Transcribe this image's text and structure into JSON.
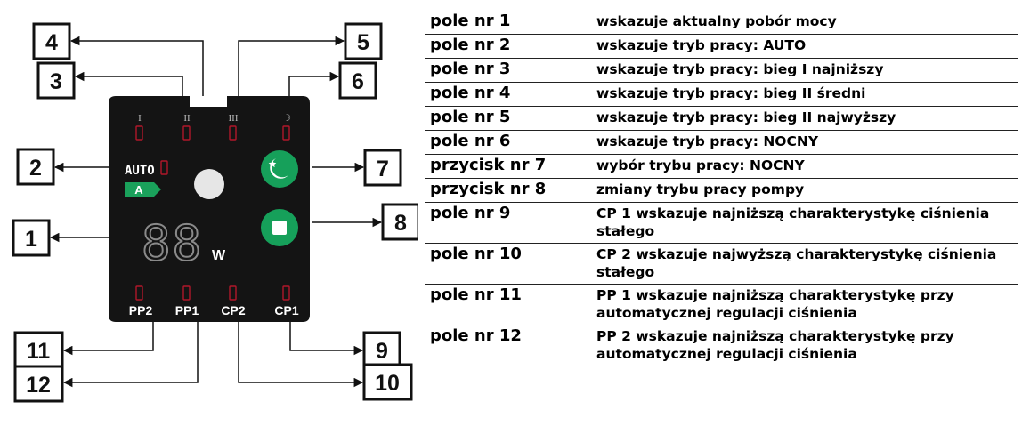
{
  "device": {
    "auto_label": "AUTO",
    "auto_badge": "A",
    "display_digits": "88",
    "display_unit": "W",
    "speed_marks": [
      "I",
      "II",
      "III",
      "☽"
    ],
    "mode_labels": [
      "PP2",
      "PP1",
      "CP2",
      "CP1"
    ],
    "colors": {
      "panel": "#141414",
      "button_green": "#16a05a",
      "led_red": "#b0172a",
      "segment_gray": "#8a8a8a",
      "auto_text": "#ffffff",
      "badge_green": "#1aa15b"
    },
    "callouts": [
      "1",
      "2",
      "3",
      "4",
      "5",
      "6",
      "7",
      "8",
      "9",
      "10",
      "11",
      "12"
    ]
  },
  "legend": [
    {
      "key": "pole nr 1",
      "desc": "wskazuje aktualny pobór mocy"
    },
    {
      "key": "pole nr 2",
      "desc": "wskazuje tryb pracy: AUTO"
    },
    {
      "key": "pole nr 3",
      "desc": "wskazuje tryb pracy: bieg I najniższy"
    },
    {
      "key": "pole nr 4",
      "desc": "wskazuje tryb pracy: bieg II średni"
    },
    {
      "key": "pole nr 5",
      "desc": "wskazuje tryb pracy: bieg II najwyższy"
    },
    {
      "key": "pole nr 6",
      "desc": "wskazuje tryb pracy: NOCNY"
    },
    {
      "key": "przycisk nr 7",
      "desc": "wybór trybu pracy: NOCNY"
    },
    {
      "key": "przycisk nr 8",
      "desc": "zmiany trybu pracy pompy"
    },
    {
      "key": "pole nr 9",
      "desc": "CP 1 wskazuje najniższą charakterystykę ciśnienia stałego"
    },
    {
      "key": "pole nr 10",
      "desc": "CP 2 wskazuje najwyższą charakterystykę ciśnienia stałego"
    },
    {
      "key": "pole nr 11",
      "desc": "PP 1 wskazuje najniższą charakterystykę przy automatycznej regulacji ciśnienia"
    },
    {
      "key": "pole nr 12",
      "desc": "PP 2 wskazuje najniższą charakterystykę przy automatycznej regulacji ciśnienia"
    }
  ]
}
